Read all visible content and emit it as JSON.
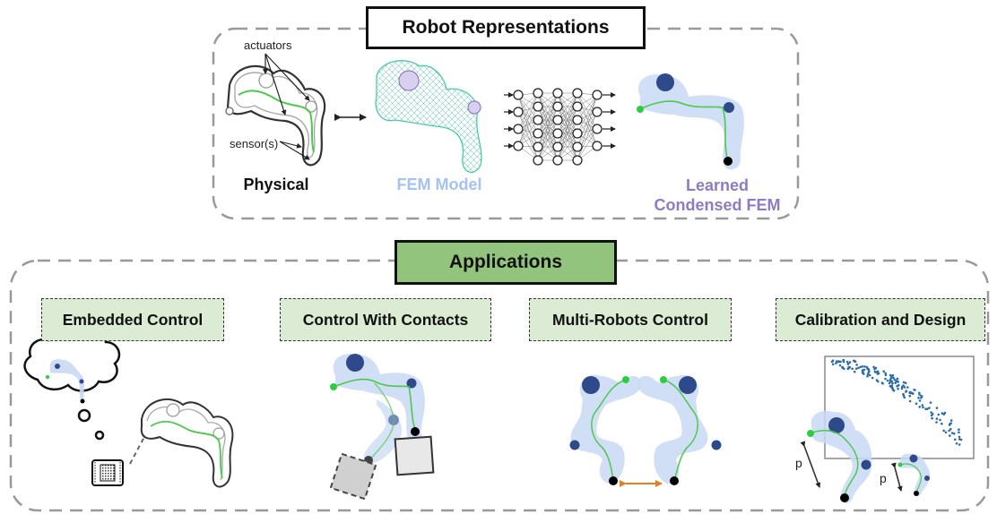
{
  "sections": {
    "representations": {
      "title": "Robot Representations",
      "items": {
        "physical": "Physical",
        "fem_model": "FEM Model",
        "learned_line1": "Learned",
        "learned_line2": "Condensed FEM"
      },
      "annotations": {
        "actuators": "actuators",
        "sensors": "sensor(s)"
      }
    },
    "applications": {
      "title": "Applications",
      "items": [
        {
          "label": "Embedded Control"
        },
        {
          "label": "Control With Contacts"
        },
        {
          "label": "Multi-Robots Control"
        },
        {
          "label": "Calibration and Design"
        }
      ],
      "param_label": "p"
    }
  },
  "colors": {
    "application_header": "#93c47d",
    "application_box": "#dcebd3",
    "fem_label": "#a4c2f4",
    "learned_label": "#8e7cc3",
    "robot_halo": "#c9d9f4",
    "robot_node": "#2f4a8a",
    "end_effector_green": "#2ecc40",
    "link_green": "#4cc94c",
    "scatter_points": "#2b6ca8",
    "arrow_orange": "#e67e22"
  }
}
